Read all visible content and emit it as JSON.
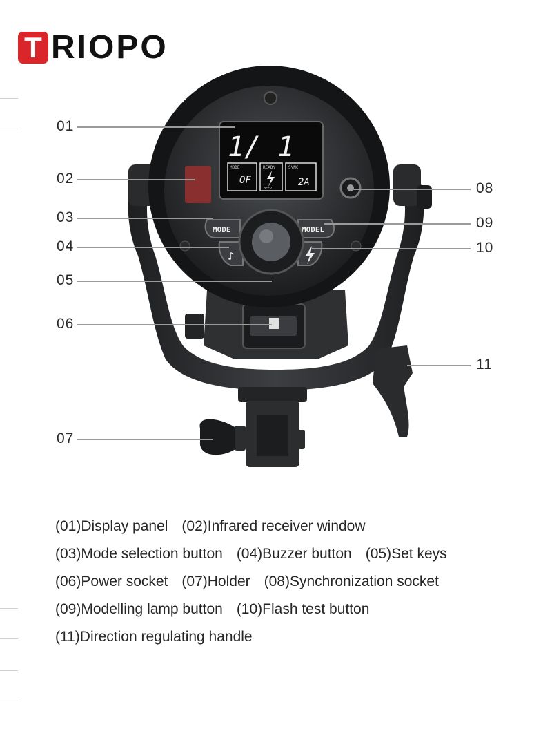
{
  "brand": {
    "initial": "T",
    "rest": "RIOPO"
  },
  "display": {
    "main_readout": "1/ 1",
    "mode_label": "MODE",
    "mode_value": "OF",
    "ready_label": "READY",
    "beep_label": "BEEP",
    "sync_label": "SYNC",
    "sync_value": "2A"
  },
  "buttons": {
    "mode": "MODE",
    "model": "MODEL"
  },
  "callouts": [
    "01",
    "02",
    "03",
    "04",
    "05",
    "06",
    "07",
    "08",
    "09",
    "10",
    "11"
  ],
  "legend": [
    [
      "(01)Display panel",
      "(02)Infrared receiver window"
    ],
    [
      "(03)Mode selection button",
      "(04)Buzzer button",
      "(05)Set keys"
    ],
    [
      "(06)Power socket",
      "(07)Holder",
      "(08)Synchronization socket"
    ],
    [
      "(09)Modelling lamp button",
      "(10)Flash  test button"
    ],
    [
      "(11)Direction regulating handle"
    ]
  ],
  "colors": {
    "brand_red": "#d9262b",
    "body_dark": "#2b2d2f",
    "ir_window": "#8a2f2f"
  }
}
